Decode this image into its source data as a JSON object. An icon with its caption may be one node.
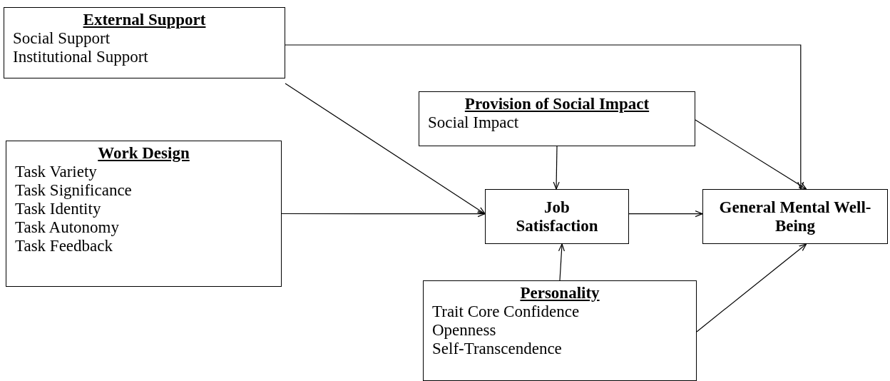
{
  "diagram": {
    "nodes": [
      {
        "text": [
          "External Support",
          "Social Support",
          "Institutional Support"
        ]
      },
      {
        "text": [
          "Provision of Social Impact",
          "Social Impact"
        ]
      },
      {
        "text": [
          "Work Design",
          "Task Variety",
          "Task Significance",
          "Task Identity",
          "Task Autonomy",
          "Task Feedback"
        ]
      },
      {
        "text": [
          "Job Satisfaction"
        ]
      },
      {
        "text": [
          "General Mental Well-Being"
        ]
      },
      {
        "text": [
          "Personality",
          "Trait Core Confidence",
          "Openness",
          "Self-Transcendence"
        ]
      }
    ],
    "edges": [
      {
        "from": 0,
        "to": 4,
        "arrow": "to"
      },
      {
        "from": 0,
        "to": 3,
        "arrow": "to"
      },
      {
        "from": 2,
        "to": 3,
        "arrow": "to"
      },
      {
        "from": 1,
        "to": 3,
        "arrow": "to"
      },
      {
        "from": 1,
        "to": 4,
        "arrow": "to"
      },
      {
        "from": 3,
        "to": 4,
        "arrow": "to"
      },
      {
        "from": 5,
        "to": 3,
        "arrow": "to"
      },
      {
        "from": 5,
        "to": 4,
        "arrow": "to"
      }
    ]
  }
}
